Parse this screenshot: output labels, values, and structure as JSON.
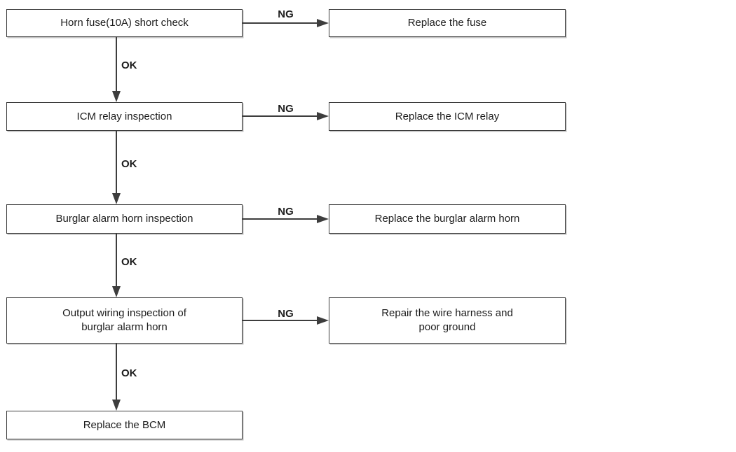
{
  "colors": {
    "line": "#3d3d3d",
    "box_border": "#3d3d3d",
    "text": "#1c1c1c",
    "background": "#ffffff"
  },
  "flow": {
    "steps": [
      {
        "check": "Horn fuse(10A) short check",
        "ng": "NG",
        "ok": "OK",
        "ng_action": "Replace the fuse"
      },
      {
        "check": "ICM relay inspection",
        "ng": "NG",
        "ok": "OK",
        "ng_action": "Replace the ICM relay"
      },
      {
        "check": "Burglar alarm horn inspection",
        "ng": "NG",
        "ok": "OK",
        "ng_action": "Replace the burglar alarm horn"
      },
      {
        "check": "Output wiring inspection of\nburglar alarm horn",
        "ng": "NG",
        "ok": "OK",
        "ng_action": "Repair the wire harness and\npoor ground"
      }
    ],
    "final_step": {
      "label": "Replace the BCM"
    }
  }
}
